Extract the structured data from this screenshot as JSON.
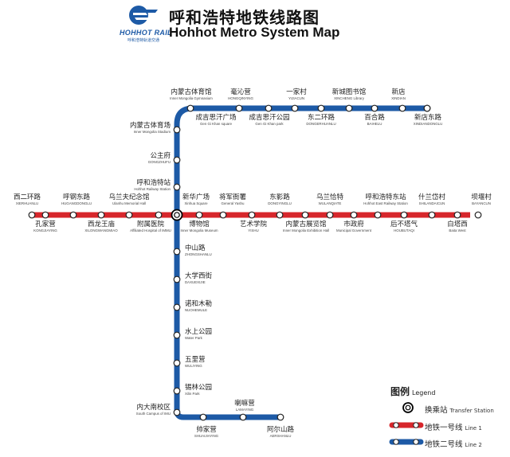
{
  "header": {
    "logo_text": "HOHHOT RAIL",
    "logo_subtext": "呼和浩特轨道交通",
    "title_cn": "呼和浩特地铁线路图",
    "title_en": "Hohhot Metro System Map"
  },
  "colors": {
    "line1": "#d7262b",
    "line2": "#1d5aa6",
    "title": "#111111"
  },
  "legend": {
    "title": "图例",
    "title_en": "Legend",
    "transfer": {
      "cn": "换乘站",
      "en": "Transfer Station"
    },
    "line1": {
      "cn": "地铁一号线",
      "en": "Line 1"
    },
    "line2": {
      "cn": "地铁二号线",
      "en": "Line 2"
    }
  },
  "line1_stations": [
    {
      "cn": "西二环路",
      "en": "XIERHUANLU"
    },
    {
      "cn": "孔家营",
      "en": "KONGJIAYING"
    },
    {
      "cn": "呼钢东路",
      "en": "HUGANGDONGLU"
    },
    {
      "cn": "西龙王庙",
      "en": "XILONGWANGMIAO"
    },
    {
      "cn": "乌兰夫纪念馆",
      "en": "Ulanhu Memorial Hall"
    },
    {
      "cn": "附属医院",
      "en": "Affiliated Hospital of IMMU"
    },
    {
      "cn": "新华广场",
      "en": "Xinhua Square"
    },
    {
      "cn": "博物馆",
      "en": "Inner Mongolia Museum"
    },
    {
      "cn": "将军衙署",
      "en": "General Yashu"
    },
    {
      "cn": "艺术学院",
      "en": "YISHU"
    },
    {
      "cn": "东影路",
      "en": "DONGYINGLU"
    },
    {
      "cn": "内蒙古展览馆",
      "en": "Inner Mongolia Exhibition Hall"
    },
    {
      "cn": "乌兰恰特",
      "en": "WULANQIATE"
    },
    {
      "cn": "市政府",
      "en": "Municipal Government"
    },
    {
      "cn": "呼和浩特东站",
      "en": "Hohhot East Railway Station"
    },
    {
      "cn": "后不塔气",
      "en": "HOUBUTAQI"
    },
    {
      "cn": "什兰岱村",
      "en": "SHILANDAICUN"
    },
    {
      "cn": "白塔西",
      "en": "Baita West"
    },
    {
      "cn": "坝堰村",
      "en": "BAYANCUN"
    }
  ],
  "line2_stations": [
    {
      "cn": "新店",
      "en": "XINDIAN"
    },
    {
      "cn": "新店东路",
      "en": "XINDIANDONGLU"
    },
    {
      "cn": "新城图书馆",
      "en": "XINCHENG Library"
    },
    {
      "cn": "百合路",
      "en": "BAIHELU"
    },
    {
      "cn": "一家村",
      "en": "YIJIACUN"
    },
    {
      "cn": "东二环路",
      "en": "DONGERHUANLU"
    },
    {
      "cn": "毫沁营",
      "en": "HONGQINYING"
    },
    {
      "cn": "成吉思汗公园",
      "en": "Gen Gi Khan park"
    },
    {
      "cn": "成吉思汗广场",
      "en": "Gen Gi Khan square"
    },
    {
      "cn": "内蒙古体育馆",
      "en": "Inner Mongolia Gymnasium"
    },
    {
      "cn": "内蒙古体育场",
      "en": "Inner Mongolia Stadium"
    },
    {
      "cn": "公主府",
      "en": "GONGZHUFU"
    },
    {
      "cn": "呼和浩特站",
      "en": "Hohhot Railway Station"
    },
    {
      "cn": "新华广场",
      "en": "Xinhua Square"
    },
    {
      "cn": "中山路",
      "en": "ZHONGSHANLU"
    },
    {
      "cn": "大学西街",
      "en": "DAXUEXIJIE"
    },
    {
      "cn": "诺和木勒",
      "en": "NUOHEMULE"
    },
    {
      "cn": "水上公园",
      "en": "Water Park"
    },
    {
      "cn": "五里营",
      "en": "WULIYING"
    },
    {
      "cn": "锡林公园",
      "en": "Xilin Park"
    },
    {
      "cn": "内大南校区",
      "en": "South Campus of IMU"
    },
    {
      "cn": "帅家营",
      "en": "SHUAIJIAYING"
    },
    {
      "cn": "喇嘛营",
      "en": "LAMAYING"
    },
    {
      "cn": "阿尔山路",
      "en": "AERSHANLU"
    }
  ]
}
